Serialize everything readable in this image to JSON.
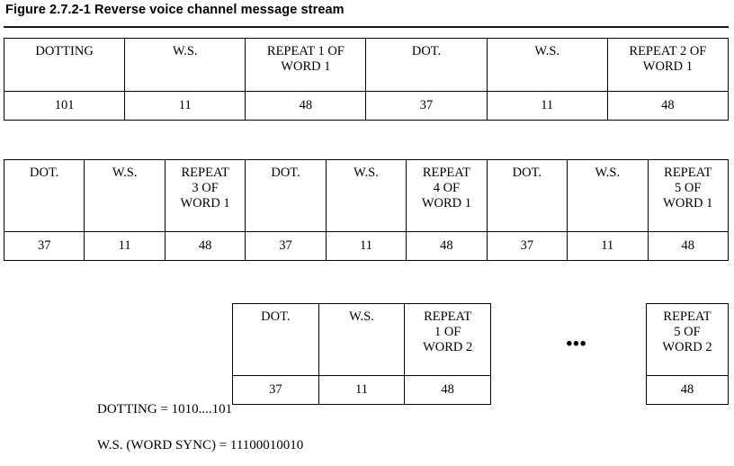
{
  "figure": {
    "title": "Figure 2.7.2-1  Reverse voice channel message stream"
  },
  "tables": [
    {
      "id": "table-1",
      "headers": [
        [
          "DOTTING"
        ],
        [
          "W.S."
        ],
        [
          "REPEAT 1 OF",
          "WORD 1"
        ],
        [
          "DOT."
        ],
        [
          "W.S."
        ],
        [
          "REPEAT 2 OF",
          "WORD 1"
        ]
      ],
      "values": [
        "101",
        "11",
        "48",
        "37",
        "11",
        "48"
      ]
    },
    {
      "id": "table-2",
      "headers": [
        [
          "DOT."
        ],
        [
          "W.S."
        ],
        [
          "REPEAT",
          "3 OF",
          "WORD 1"
        ],
        [
          "DOT."
        ],
        [
          "W.S."
        ],
        [
          "REPEAT",
          "4 OF",
          "WORD 1"
        ],
        [
          "DOT."
        ],
        [
          "W.S."
        ],
        [
          "REPEAT",
          "5 OF",
          "WORD 1"
        ]
      ],
      "values": [
        "37",
        "11",
        "48",
        "37",
        "11",
        "48",
        "37",
        "11",
        "48"
      ]
    },
    {
      "id": "table-3",
      "headers": [
        [
          "DOT."
        ],
        [
          "W.S."
        ],
        [
          "REPEAT",
          "1 OF",
          "WORD 2"
        ]
      ],
      "values": [
        "37",
        "11",
        "48"
      ]
    },
    {
      "id": "table-4",
      "headers": [
        [
          "REPEAT",
          "5 OF",
          "WORD 2"
        ]
      ],
      "values": [
        "48"
      ]
    }
  ],
  "continuation": {
    "ellipsis": "•••"
  },
  "legend": {
    "dotting": "DOTTING = 1010....101",
    "word_sync": "W.S. (WORD SYNC) = 11100010010"
  },
  "colors": {
    "ink": "#000000",
    "background": "#ffffff"
  }
}
